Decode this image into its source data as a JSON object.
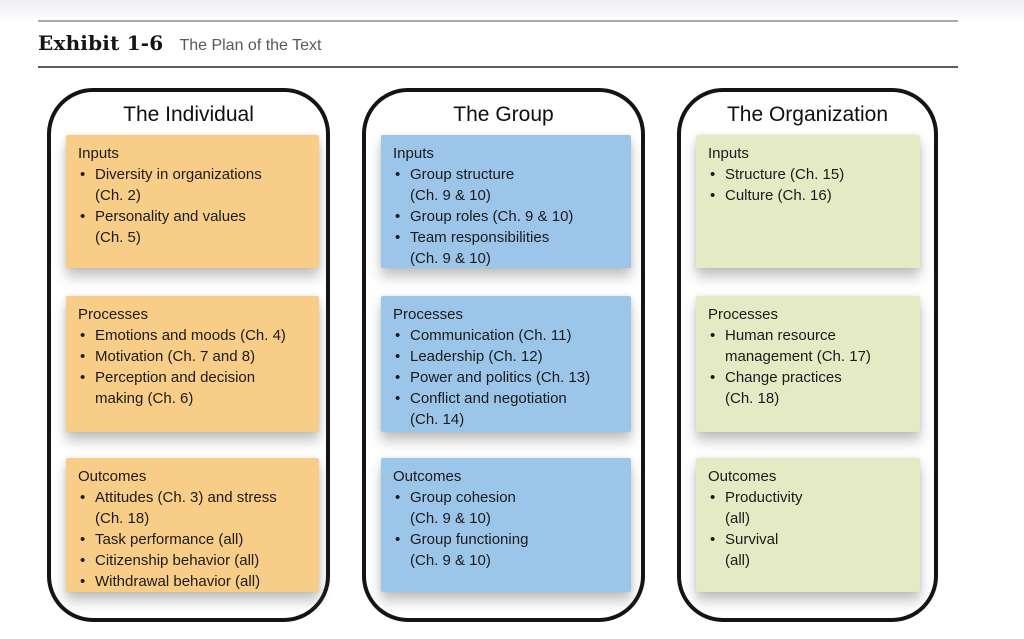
{
  "header": {
    "exhibit_label": "Exhibit 1-6",
    "exhibit_title": "The Plan of the Text"
  },
  "colors": {
    "individual_box": "#F8CD88",
    "group_box": "#9CC6E9",
    "organization_box": "#E4EAC3",
    "panel_border": "#141414"
  },
  "columns": [
    {
      "title": "The Individual",
      "box_color": "#F8CD88",
      "boxes": [
        {
          "heading": "Inputs",
          "items": [
            "Diversity in organizations\n(Ch. 2)",
            "Personality and values\n(Ch. 5)"
          ]
        },
        {
          "heading": "Processes",
          "items": [
            "Emotions and moods (Ch. 4)",
            "Motivation (Ch. 7 and 8)",
            "Perception and decision\nmaking (Ch. 6)"
          ]
        },
        {
          "heading": "Outcomes",
          "items": [
            "Attitudes (Ch. 3) and stress\n(Ch. 18)",
            "Task performance (all)",
            "Citizenship behavior (all)",
            "Withdrawal behavior (all)"
          ]
        }
      ]
    },
    {
      "title": "The Group",
      "box_color": "#9CC6E9",
      "boxes": [
        {
          "heading": "Inputs",
          "items": [
            "Group structure\n(Ch. 9 & 10)",
            "Group roles (Ch. 9 & 10)",
            "Team responsibilities\n(Ch. 9 & 10)"
          ]
        },
        {
          "heading": "Processes",
          "items": [
            "Communication (Ch. 11)",
            "Leadership (Ch. 12)",
            "Power and politics (Ch. 13)",
            "Conflict and negotiation\n(Ch. 14)"
          ]
        },
        {
          "heading": "Outcomes",
          "items": [
            "Group cohesion\n(Ch. 9 & 10)",
            "Group functioning\n(Ch. 9 & 10)"
          ]
        }
      ]
    },
    {
      "title": "The Organization",
      "box_color": "#E4EAC3",
      "boxes": [
        {
          "heading": "Inputs",
          "items": [
            "Structure (Ch. 15)",
            "Culture (Ch. 16)"
          ]
        },
        {
          "heading": "Processes",
          "items": [
            "Human resource\nmanagement (Ch. 17)",
            "Change practices\n(Ch. 18)"
          ]
        },
        {
          "heading": "Outcomes",
          "items": [
            "Productivity\n(all)",
            "Survival\n(all)"
          ]
        }
      ]
    }
  ]
}
